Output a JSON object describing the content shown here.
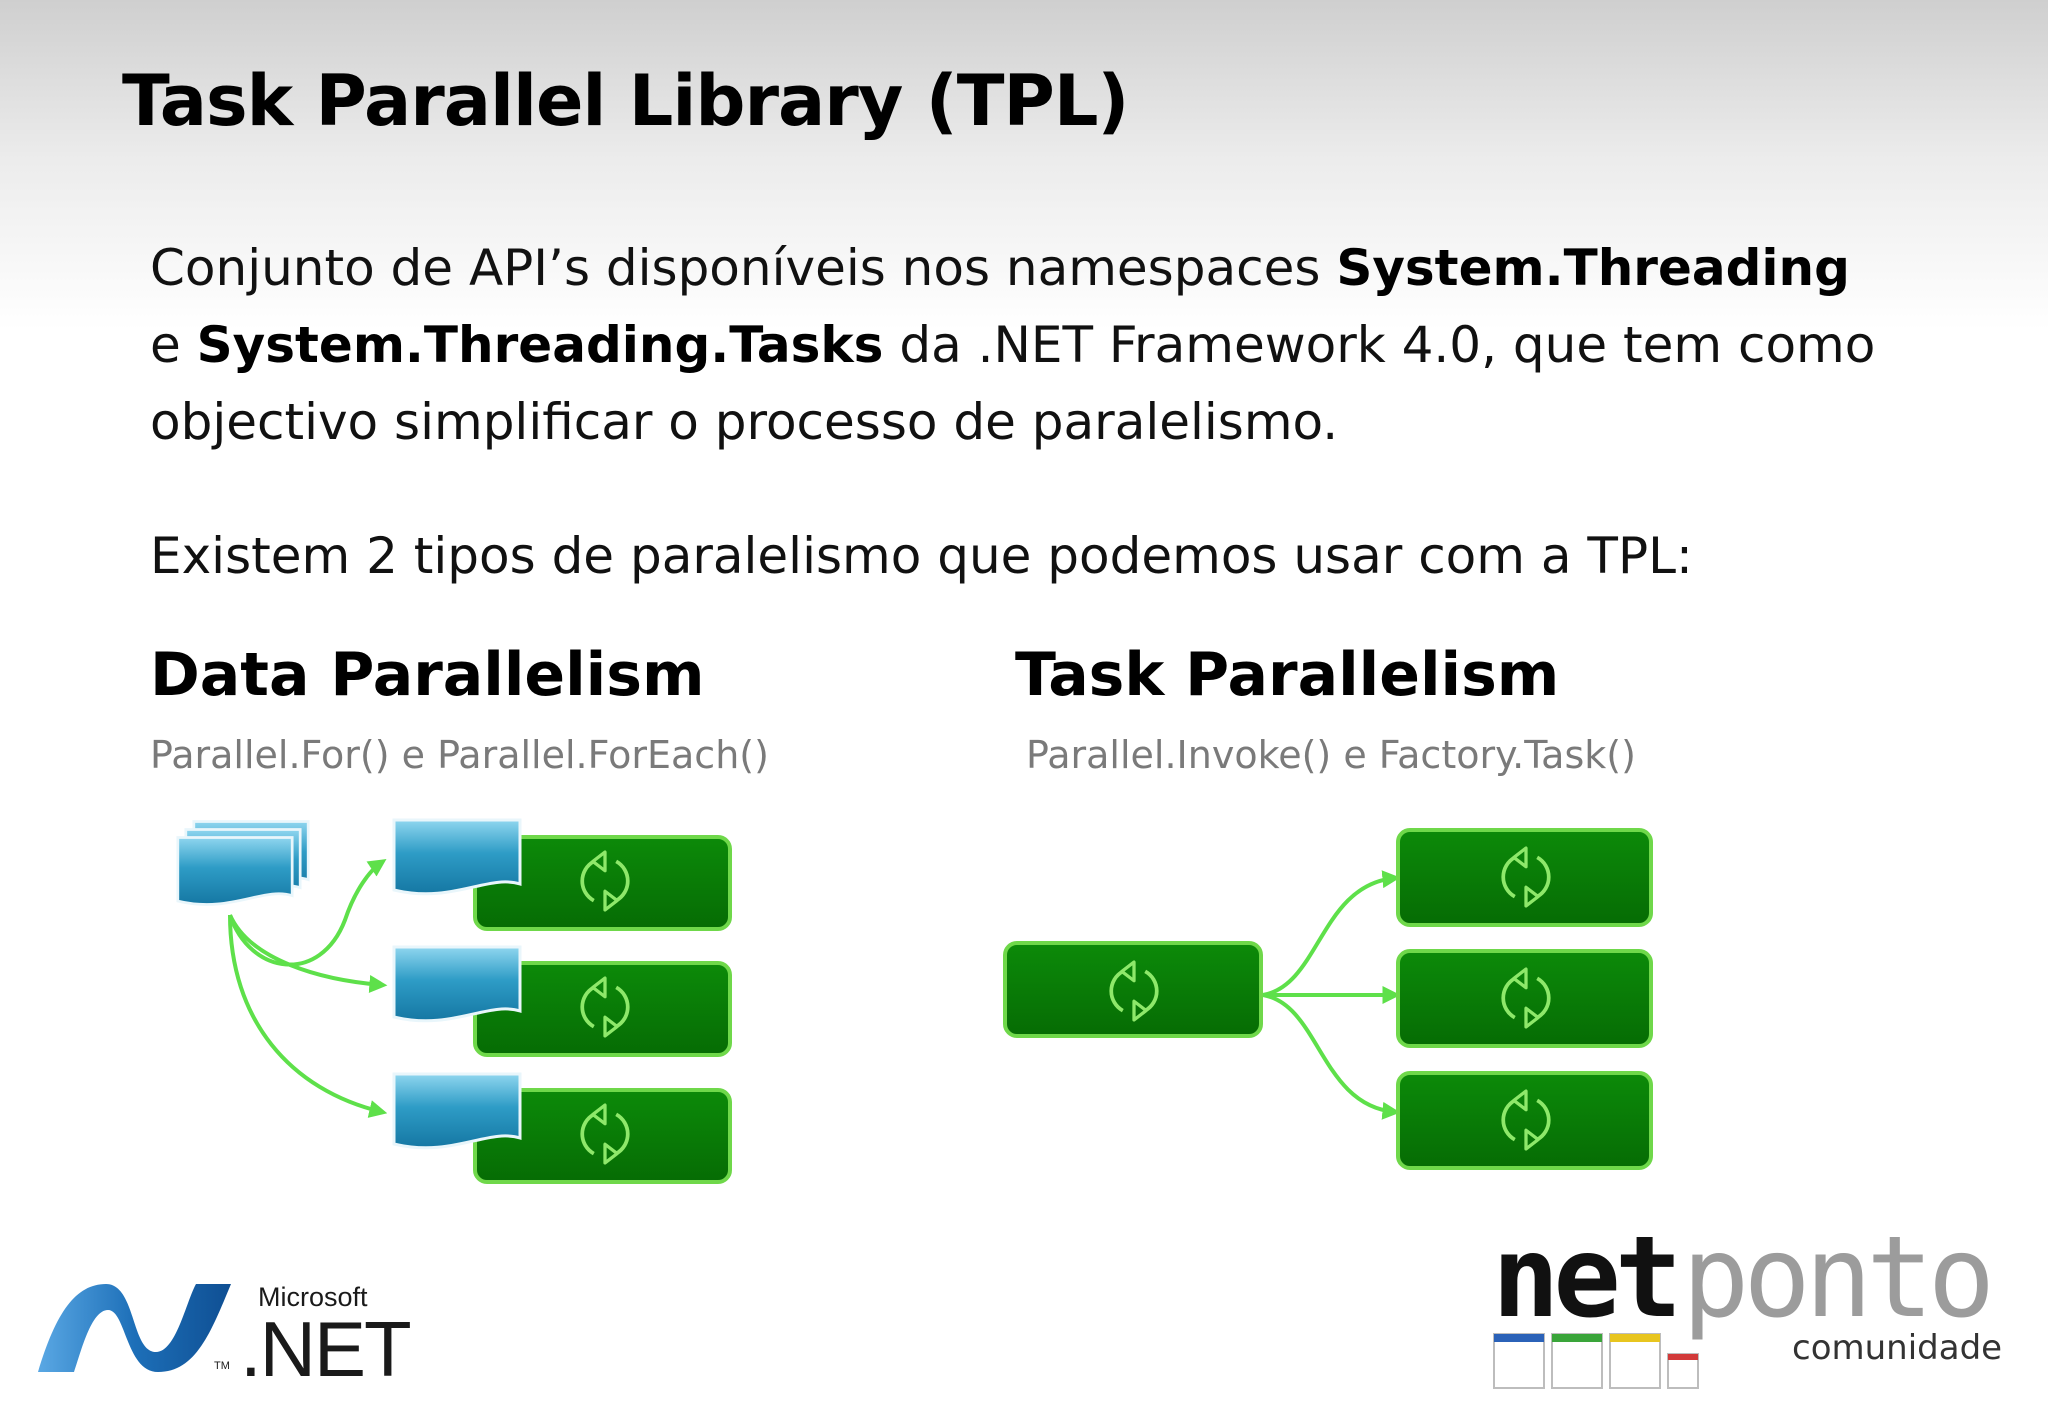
{
  "slide": {
    "title": "Task Parallel Library (TPL)",
    "intro": {
      "part1": "Conjunto de API’s disponíveis nos namespaces ",
      "ns1": "System.Threading",
      "part2": "e ",
      "ns2": "System.Threading.Tasks",
      "part3": "  da .NET Framework 4.0, que tem como objectivo simplificar o processo de paralelismo."
    },
    "types_line": "Existem 2 tipos de paralelismo que podemos usar com a TPL:"
  },
  "data_parallelism": {
    "heading": "Data Parallelism",
    "subtitle": "Parallel.For() e Parallel.ForEach()",
    "branch_count": 3
  },
  "task_parallelism": {
    "heading": "Task Parallelism",
    "subtitle": "Parallel.Invoke() e Factory.Task()",
    "branch_count": 3
  },
  "icons": {
    "data_stack": "document-stack-icon",
    "data_item": "document-icon",
    "task": "cycle-arrows-icon"
  },
  "colors": {
    "task_box": "#0a7d07",
    "task_border": "#6fd84a",
    "arrow": "#5ee04a",
    "document": "#2e9cc6"
  },
  "logos": {
    "ms_microsoft": "Microsoft",
    "ms_net": ".NET",
    "ms_tm": "TM",
    "np_net": "net",
    "np_ponto": "ponto",
    "np_comunidade": "comunidade"
  }
}
